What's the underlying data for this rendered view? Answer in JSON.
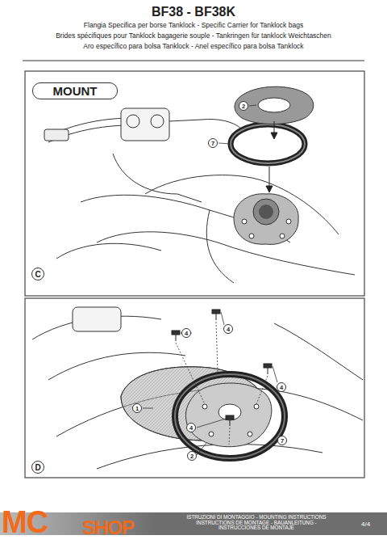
{
  "diagram": {
    "title": "BF38 - BF38K",
    "nodes": [
      {
        "text": [
          "MOUNT"
        ]
      },
      {
        "text": [
          "2"
        ]
      },
      {
        "text": [
          "7"
        ]
      },
      {
        "text": [
          "C"
        ]
      },
      {
        "text": [
          "4"
        ]
      },
      {
        "text": [
          "4"
        ]
      },
      {
        "text": [
          "4"
        ]
      },
      {
        "text": [
          "1"
        ]
      },
      {
        "text": [
          "4"
        ]
      },
      {
        "text": [
          "7"
        ]
      },
      {
        "text": [
          "2"
        ]
      },
      {
        "text": [
          "D"
        ]
      },
      {
        "text": [
          "ISTRUZIONI DI MONTAGGIO - MOUNTING INSTRUCTIONS",
          "INSTRUCTIONS DE MONTAGE - BAUANLEITUNG - INSTRUCCIONES DE MONTAJE",
          "4/4"
        ]
      }
    ],
    "labels": [
      "Flangia Specifica per borse Tanklock - Specific Carrier for Tanklock bags",
      "Brides spécifiques pour Tanklock bagagerie souple - Tankringen für tanklock Weichtaschen",
      "Aro específico para bolsa Tanklock - Anel específico para bolsa Tanklock",
      "MC",
      "SHOP"
    ]
  }
}
